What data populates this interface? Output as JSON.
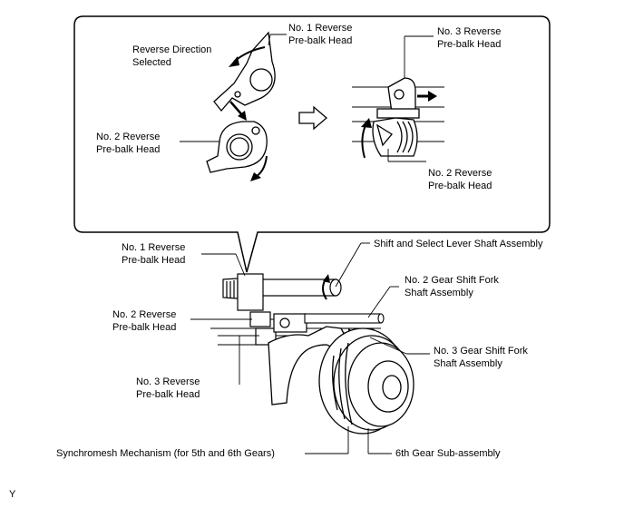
{
  "callout_labels": {
    "reverse_direction": [
      "Reverse Direction",
      "Selected"
    ],
    "no1_top": [
      "No. 1 Reverse",
      "Pre-balk Head"
    ],
    "no2_top": [
      "No. 2 Reverse",
      "Pre-balk Head"
    ],
    "no3_top": [
      "No. 3 Reverse",
      "Pre-balk Head"
    ],
    "no2_right": [
      "No. 2 Reverse",
      "Pre-balk Head"
    ]
  },
  "main_labels": {
    "no1": [
      "No. 1 Reverse",
      "Pre-balk Head"
    ],
    "no2": [
      "No. 2 Reverse",
      "Pre-balk Head"
    ],
    "no3": [
      "No. 3 Reverse",
      "Pre-balk Head"
    ],
    "shift_select": "Shift and Select Lever Shaft Assembly",
    "fork2": [
      "No. 2 Gear Shift Fork",
      "Shaft Assembly"
    ],
    "fork3": [
      "No. 3 Gear Shift Fork",
      "Shaft Assembly"
    ],
    "synchromesh": "Synchromesh Mechanism (for 5th and 6th Gears)",
    "sixth_gear": "6th Gear Sub-assembly"
  },
  "corner_mark": "Y"
}
